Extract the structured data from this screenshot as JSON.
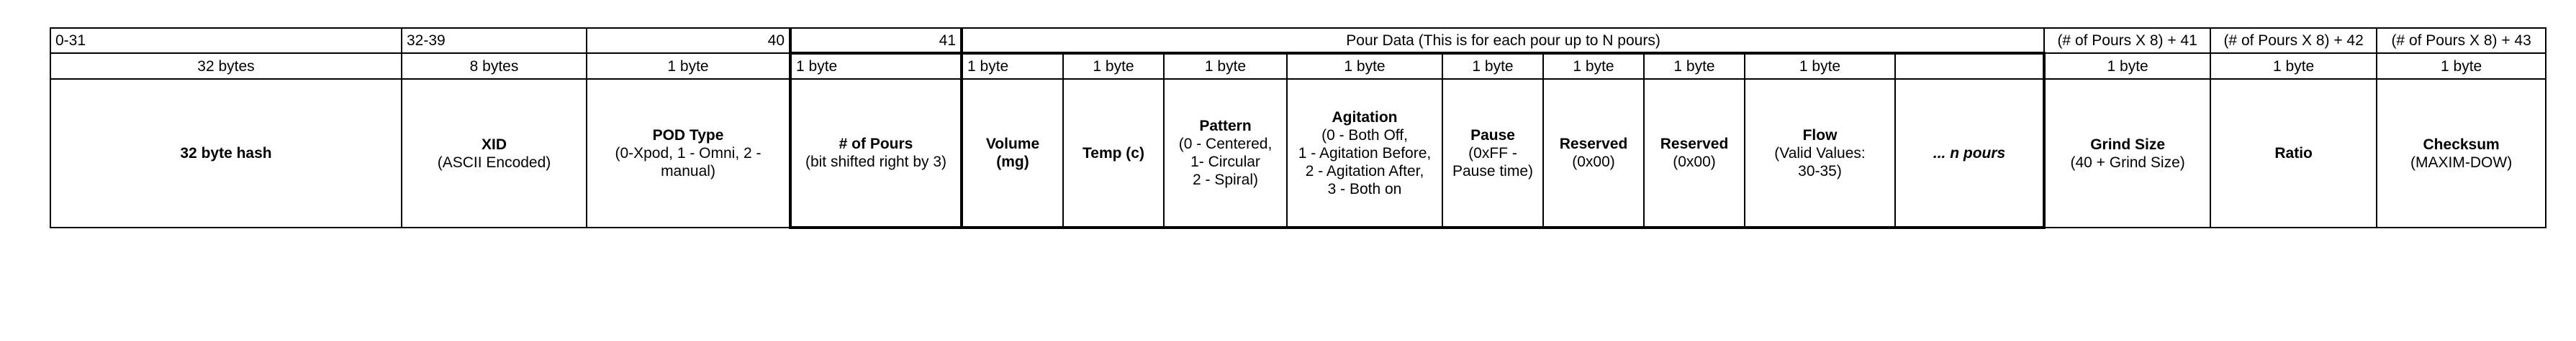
{
  "row_offsets": {
    "hash": "0-31",
    "xid": "32-39",
    "pod_type": "40",
    "num_pours": "41",
    "pour_data": "Pour Data (This is for each pour up to N pours)",
    "grind_size": "(# of Pours X 8) + 41",
    "ratio": "(# of Pours X 8) + 42",
    "checksum": "(# of Pours X 8) + 43"
  },
  "row_sizes": {
    "hash": "32 bytes",
    "xid": "8 bytes",
    "pod_type": "1 byte",
    "num_pours": "1 byte",
    "volume": "1 byte",
    "temp": "1 byte",
    "pattern": "1 byte",
    "agitation": "1 byte",
    "pause": "1 byte",
    "reserved1": "1 byte",
    "reserved2": "1 byte",
    "flow": "1 byte",
    "more": "",
    "grind_size": "1 byte",
    "ratio": "1 byte",
    "checksum": "1 byte"
  },
  "fields": {
    "hash": {
      "title": "32 byte hash"
    },
    "xid": {
      "title": "XID",
      "desc": [
        "(ASCII Encoded)"
      ]
    },
    "pod_type": {
      "title": "POD Type",
      "desc": [
        "(0-Xpod, 1 - Omni, 2 -",
        "manual)"
      ]
    },
    "num_pours": {
      "title": "# of Pours",
      "desc": [
        "(bit shifted right by 3)"
      ]
    },
    "volume": {
      "title_lines": [
        "Volume",
        "(mg)"
      ]
    },
    "temp": {
      "title": "Temp (c)"
    },
    "pattern": {
      "title": "Pattern",
      "desc": [
        "(0 - Centered,",
        "1- Circular",
        "2 - Spiral)"
      ]
    },
    "agitation": {
      "title": "Agitation",
      "desc": [
        "(0 - Both Off,",
        "1 - Agitation Before,",
        "2 - Agitation After,",
        "3 - Both on"
      ]
    },
    "pause": {
      "title": "Pause",
      "desc": [
        "(0xFF -",
        "Pause time)"
      ]
    },
    "reserved1": {
      "title": "Reserved",
      "desc": [
        "(0x00)"
      ]
    },
    "reserved2": {
      "title": "Reserved",
      "desc": [
        "(0x00)"
      ]
    },
    "flow": {
      "title": "Flow",
      "desc": [
        "(Valid Values:",
        "30-35)"
      ]
    },
    "more": {
      "title": "... n pours"
    },
    "grind_size": {
      "title": "Grind Size",
      "desc": [
        "(40 + Grind Size)"
      ]
    },
    "ratio": {
      "title": "Ratio"
    },
    "checksum": {
      "title": "Checksum",
      "desc": [
        "(MAXIM-DOW)"
      ]
    }
  }
}
